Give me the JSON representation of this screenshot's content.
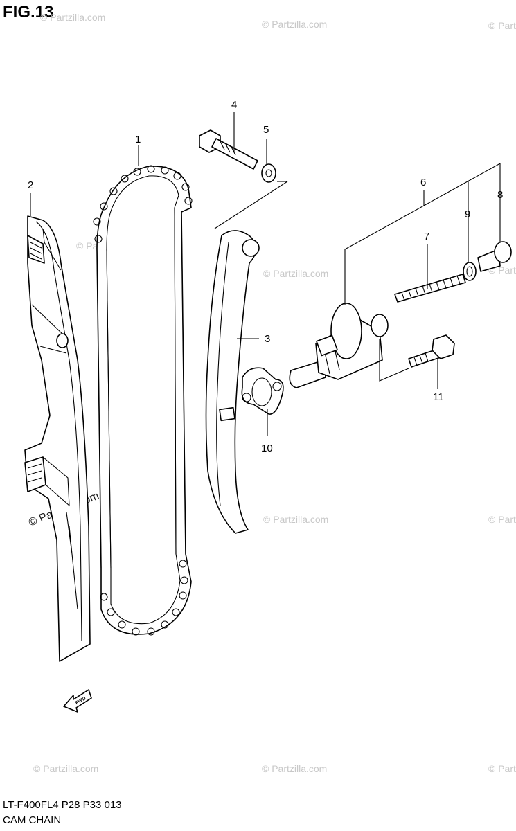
{
  "figure": {
    "title": "FIG.13",
    "code": "LT-F400FL4  P28  P33  013",
    "name": "CAM CHAIN"
  },
  "callouts": [
    "1",
    "2",
    "3",
    "4",
    "5",
    "6",
    "7",
    "8",
    "9",
    "10",
    "11"
  ],
  "direction_marker": {
    "label": "FWD"
  },
  "watermark": {
    "text": "© Partzilla.com",
    "color": "#c8c8c8"
  }
}
